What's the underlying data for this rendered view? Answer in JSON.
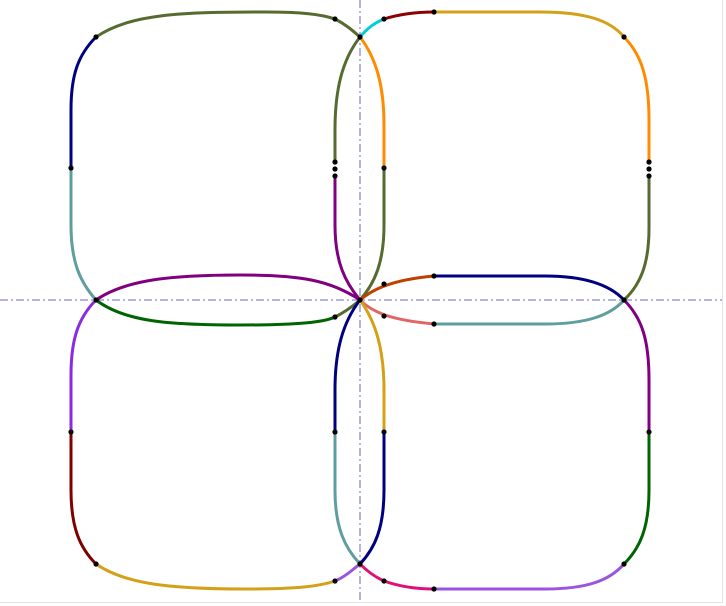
{
  "diagram": {
    "type": "four-lobe curve network",
    "lobes": [
      "top-left",
      "top-right",
      "bottom-left",
      "bottom-right"
    ],
    "axes": {
      "horizontal": true,
      "vertical": true,
      "style": "dash-dot"
    },
    "colors": {
      "olive": "#556b2f",
      "navy": "#000080",
      "cadet": "#5f9ea0",
      "orange": "#ff8c00",
      "cyan": "#00ced1",
      "maroon": "#8b0000",
      "goldenrod": "#d4a017",
      "purple": "#800080",
      "green": "#006400",
      "violet": "#8a2be2",
      "rust": "#c04000",
      "salmon": "#e06666",
      "crimson": "#800000",
      "pink": "#dd1177",
      "amethyst": "#9955dd",
      "node": "#000000",
      "axis": "#6a6acd"
    }
  }
}
